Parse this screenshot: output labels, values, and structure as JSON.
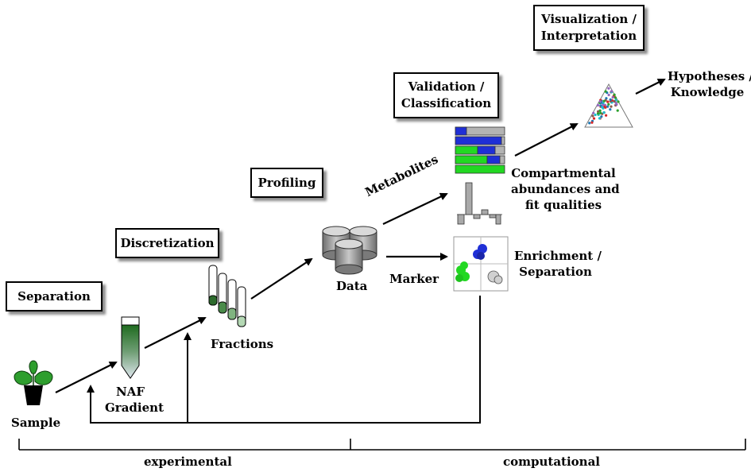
{
  "stages": {
    "separation": "Separation",
    "discretization": "Discretization",
    "profiling": "Profiling",
    "validation_line1": "Validation /",
    "validation_line2": "Classification",
    "visualization_line1": "Visualization /",
    "visualization_line2": "Interpretation"
  },
  "labels": {
    "sample": "Sample",
    "naf_line1": "NAF",
    "naf_line2": "Gradient",
    "fractions": "Fractions",
    "data": "Data",
    "metabolites": "Metabolites",
    "marker": "Marker",
    "compartmental_line1": "Compartmental",
    "compartmental_line2": "abundances and",
    "compartmental_line3": "fit qualities",
    "enrichment_line1": "Enrichment /",
    "enrichment_line2": "Separation",
    "hypotheses_line1": "Hypotheses /",
    "hypotheses_line2": "Knowledge"
  },
  "phases": {
    "experimental": "experimental",
    "computational": "computational"
  },
  "colors": {
    "plant": "#2e9e2e",
    "pot": "#000000",
    "gradient_top": "#1f6b1f",
    "gradient_bottom": "#dfe6ee",
    "bar_blue": "#1f2fd6",
    "bar_green": "#22d822",
    "bar_gray": "#b3b3b3"
  },
  "icons": [
    "plant-pot-icon",
    "naf-tube-icon",
    "fraction-tubes-icon",
    "database-icon",
    "bar-stack-icon",
    "histogram-icon",
    "cluster-plot-icon",
    "ternary-plot-icon"
  ]
}
